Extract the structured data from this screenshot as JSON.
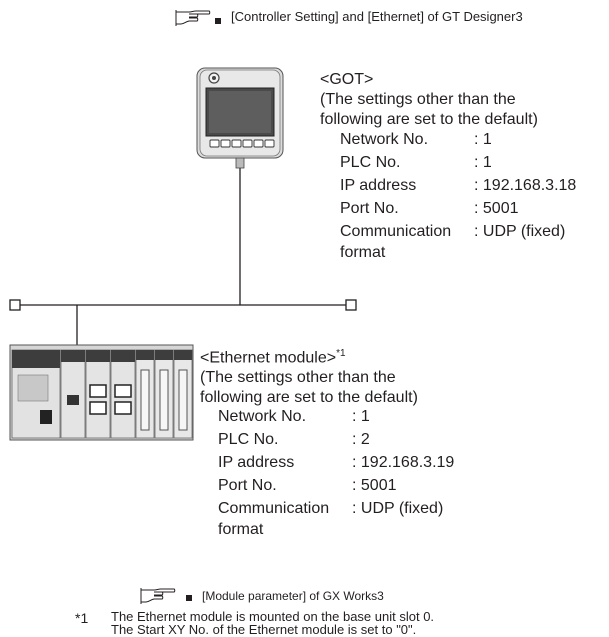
{
  "top_reference": {
    "text": "[Controller Setting] and [Ethernet] of GT Designer3"
  },
  "got": {
    "heading": "<GOT>",
    "desc_line1": "(The settings other than the",
    "desc_line2": "following are set to the default)",
    "settings": [
      {
        "label": "Network No.",
        "value": ": 1"
      },
      {
        "label": "PLC No.",
        "value": ": 1"
      },
      {
        "label": "IP address",
        "value": ": 192.168.3.18"
      },
      {
        "label": "Port No.",
        "value": ": 5001"
      },
      {
        "label": "Communication",
        "value": ": UDP (fixed)"
      },
      {
        "label": "format",
        "value": ""
      }
    ]
  },
  "ethernet_module": {
    "heading": "<Ethernet module>",
    "footnote_ref": "*1",
    "desc_line1": "(The settings other than the",
    "desc_line2": "following are set to the default)",
    "settings": [
      {
        "label": "Network No.",
        "value": ": 1"
      },
      {
        "label": "PLC No.",
        "value": ": 2"
      },
      {
        "label": "IP address",
        "value": ": 192.168.3.19"
      },
      {
        "label": "Port No.",
        "value": ": 5001"
      },
      {
        "label": "Communication",
        "value": ": UDP (fixed)"
      },
      {
        "label": "format",
        "value": ""
      }
    ]
  },
  "bottom_reference": {
    "text": "[Module parameter] of GX Works3"
  },
  "footnote": {
    "mark": "*1",
    "line1": "The Ethernet module is mounted on the base unit slot 0.",
    "line2": "The Start  XY No. of the Ethernet module is set to \"0\"."
  },
  "colors": {
    "line": "#231f20",
    "device_body": "#e6e6e6",
    "device_dark": "#3a3a3a"
  }
}
